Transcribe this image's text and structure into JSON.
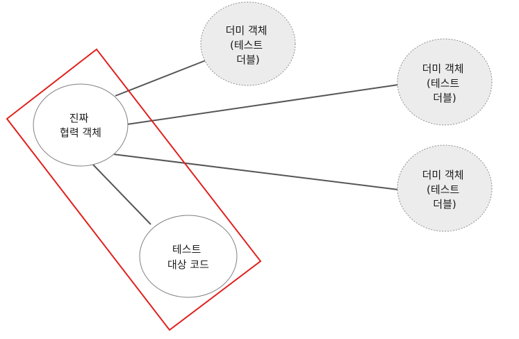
{
  "diagram": {
    "real_collaborator": {
      "lines": [
        "진짜",
        "협력 객체"
      ]
    },
    "target_code": {
      "lines": [
        "테스트",
        "대상 코드"
      ]
    },
    "dummy_doubles": [
      {
        "lines": [
          "더미 객체",
          "(테스트",
          "더블)"
        ]
      },
      {
        "lines": [
          "더미 객체",
          "(테스트",
          "더블)"
        ]
      },
      {
        "lines": [
          "더미 객체",
          "(테스트",
          "더블)"
        ]
      }
    ]
  },
  "colors": {
    "connector": "#555555",
    "real_node_fill": "#ffffff",
    "real_node_stroke": "#7f7f7f",
    "dummy_fill": "#ececec",
    "dummy_stroke": "#8c8c8c",
    "highlight_border": "#e0201b"
  }
}
